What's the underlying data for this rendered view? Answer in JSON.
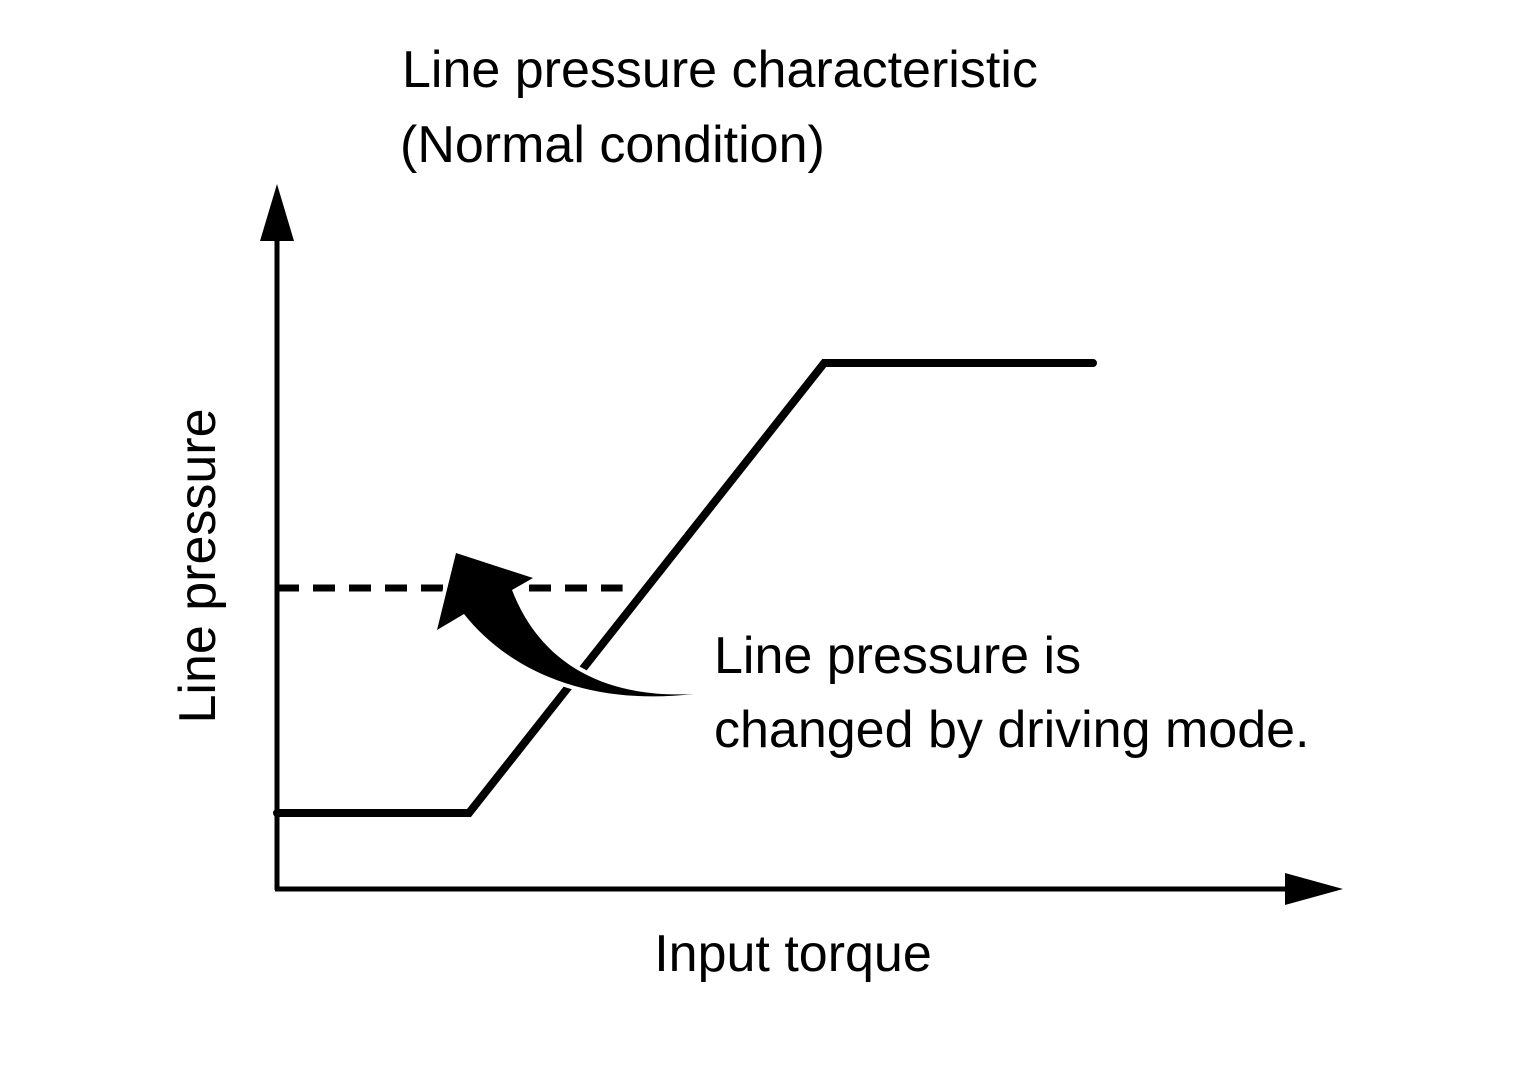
{
  "chart_data": {
    "type": "line",
    "title": [
      "Line pressure characteristic",
      "(Normal condition)"
    ],
    "xlabel": "Input torque",
    "ylabel": "Line pressure",
    "xlim": [
      0,
      10
    ],
    "ylim": [
      0,
      10
    ],
    "grid": false,
    "series": [
      {
        "style": "solid",
        "x": [
          0,
          2.0,
          5.7,
          8.5
        ],
        "y": [
          1.0,
          1.0,
          7.0,
          7.0
        ]
      },
      {
        "style": "dashed",
        "x": [
          0,
          3.6
        ],
        "y": [
          4.0,
          4.0
        ]
      }
    ],
    "annotation": {
      "lines": [
        "Line pressure is",
        "changed by driving mode."
      ]
    }
  }
}
